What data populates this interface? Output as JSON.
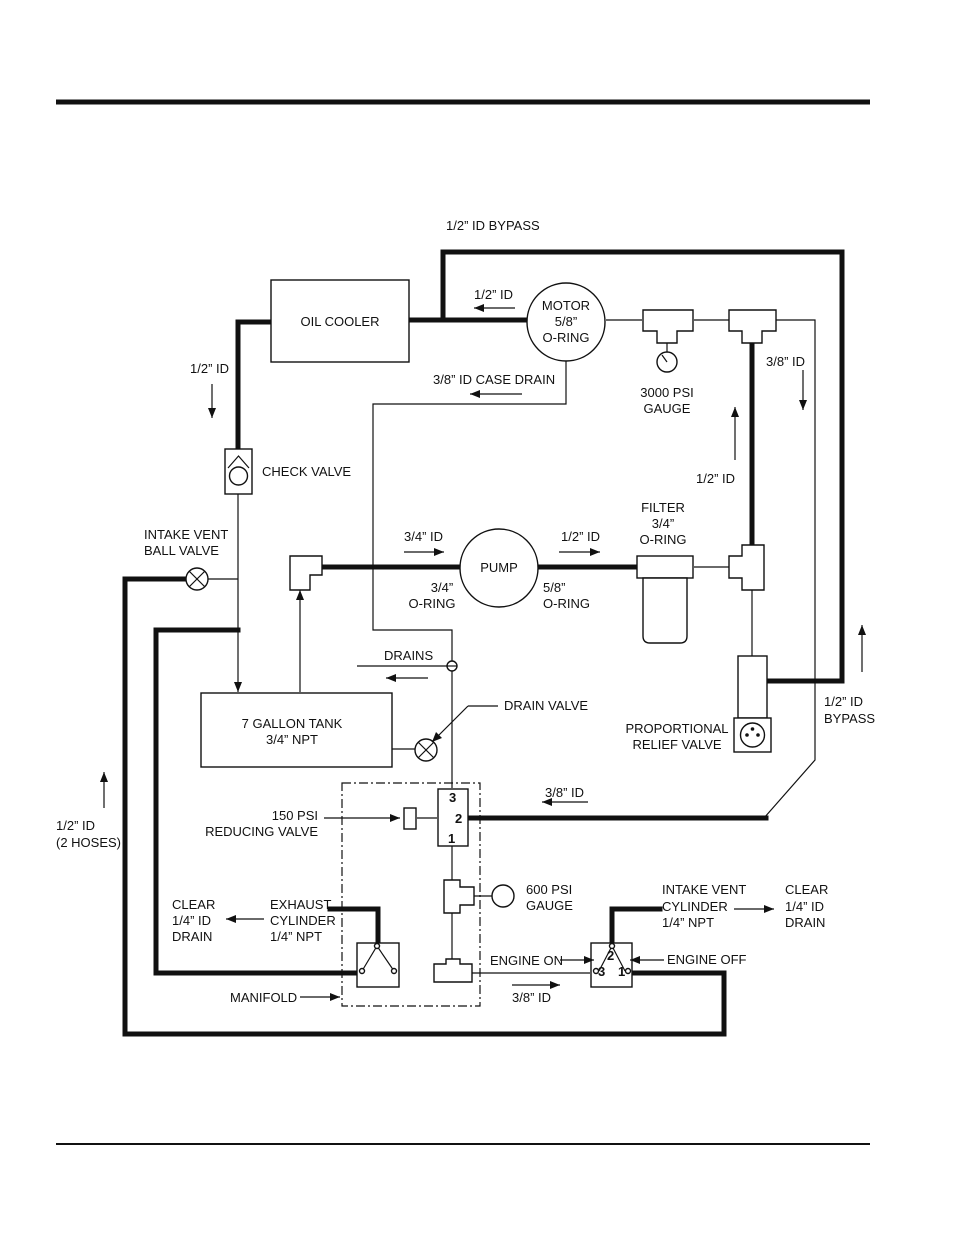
{
  "labels": {
    "bypass_top": "1/2” ID BYPASS",
    "oil_cooler": "OIL COOLER",
    "id_half_motor": "1/2” ID",
    "motor_l1": "MOTOR",
    "motor_l2": "5/8”",
    "motor_l3": "O-RING",
    "id_3_8_right": "3/8” ID",
    "id_half_left": "1/2” ID",
    "case_drain": "3/8” ID CASE DRAIN",
    "gauge3000_l1": "3000 PSI",
    "gauge3000_l2": "GAUGE",
    "check_valve": "CHECK VALVE",
    "id_half_filter": "1/2” ID",
    "filter_l1": "FILTER",
    "filter_l2": "3/4”",
    "filter_l3": "O-RING",
    "intake_ball_l1": "INTAKE VENT",
    "intake_ball_l2": "BALL VALVE",
    "id_3_4": "3/4” ID",
    "pump": "PUMP",
    "id_half_pump": "1/2” ID",
    "pump_in_l1": "3/4”",
    "pump_in_l2": "O-RING",
    "pump_out_l1": "5/8”",
    "pump_out_l2": "O-RING",
    "drains": "DRAINS",
    "bypass_right_l1": "1/2” ID",
    "bypass_right_l2": "BYPASS",
    "drain_valve": "DRAIN  VALVE",
    "tank_l1": "7 GALLON TANK",
    "tank_l2": "3/4” NPT",
    "relief_l1": "PROPORTIONAL",
    "relief_l2": "RELIEF VALVE",
    "id_3_8_mid": "3/8” ID",
    "port3": "3",
    "port2": "2",
    "port1": "1",
    "reducing_l1": "150 PSI",
    "reducing_l2": "REDUCING VALVE",
    "hoses_l1": "1/2” ID",
    "hoses_l2": "(2 HOSES)",
    "gauge600_l1": "600 PSI",
    "gauge600_l2": "GAUGE",
    "clear_left_l1": "CLEAR",
    "clear_left_l2": "1/4” ID",
    "clear_left_l3": "DRAIN",
    "exhaust_l1": "EXHAUST",
    "exhaust_l2": "CYLINDER",
    "exhaust_l3": "1/4” NPT",
    "intake_cyl_l1": "INTAKE VENT",
    "intake_cyl_l2": "CYLINDER",
    "intake_cyl_l3": "1/4” NPT",
    "clear_right_l1": "CLEAR",
    "clear_right_l2": "1/4” ID",
    "clear_right_l3": "DRAIN",
    "engine_on": "ENGINE ON",
    "engine_off": "ENGINE OFF",
    "sel_port2": "2",
    "sel_port3": "3",
    "sel_port1": "1",
    "manifold": "MANIFOLD",
    "id_3_8_bottom": "3/8” ID"
  }
}
